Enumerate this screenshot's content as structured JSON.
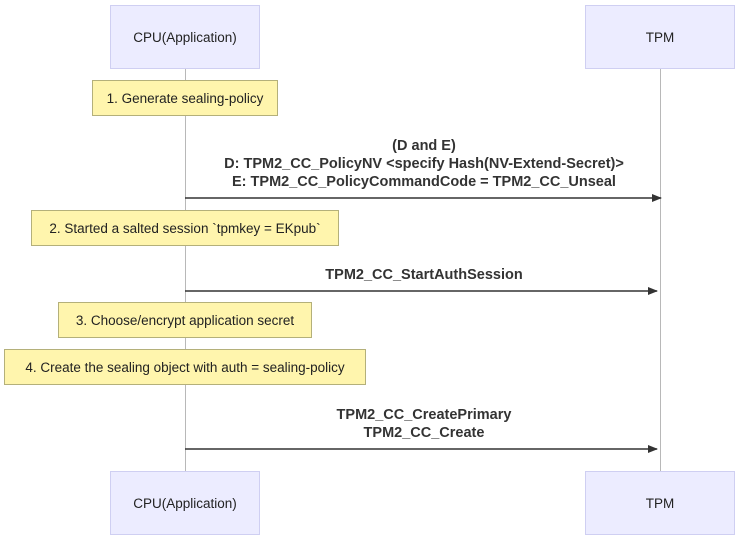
{
  "participants": {
    "cpu": "CPU(Application)",
    "tpm": "TPM"
  },
  "notes": [
    "1. Generate sealing-policy",
    "2. Started a salted session `tpmkey = EKpub`",
    "3. Choose/encrypt application secret",
    "4. Create the sealing object with auth = sealing-policy"
  ],
  "messages": [
    {
      "lines": [
        "(D and E)",
        "D: TPM2_CC_PolicyNV <specify Hash(NV-Extend-Secret)>",
        "E: TPM2_CC_PolicyCommandCode = TPM2_CC_Unseal"
      ]
    },
    {
      "lines": [
        "TPM2_CC_StartAuthSession"
      ]
    },
    {
      "lines": [
        "TPM2_CC_CreatePrimary",
        "TPM2_CC_Create"
      ]
    }
  ]
}
